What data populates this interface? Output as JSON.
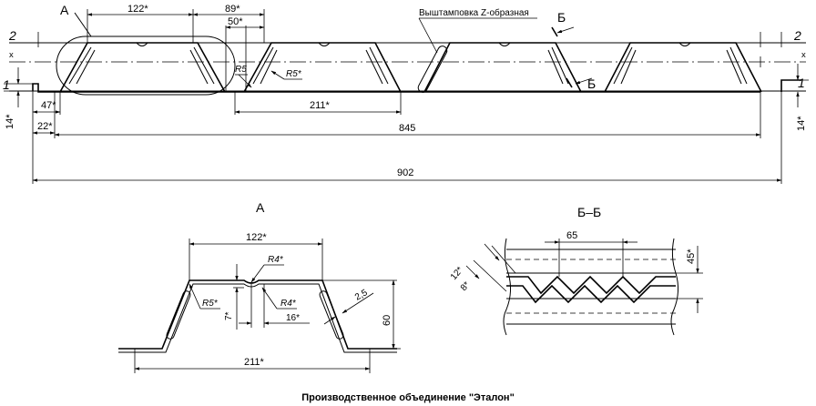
{
  "plan_view": {
    "label_a": "А",
    "label_2": "2",
    "label_1": "1",
    "label_x": "x",
    "dims": {
      "d122": "122*",
      "d89": "89*",
      "d50": "50*",
      "d211": "211*",
      "d47": "47*",
      "d22": "22*",
      "d14": "14*",
      "d845": "845",
      "d902": "902"
    },
    "radius_r5": "R5",
    "radius_r5s": "R5*",
    "stamping_note": "Выштамповка Z-образная",
    "section_mark": "Б"
  },
  "detail_a": {
    "title": "А",
    "dims": {
      "d122": "122*",
      "r4_top": "R4*",
      "r4_bottom": "R4*",
      "r5": "R5*",
      "d7": "7*",
      "d16": "16*",
      "d2_5": "2,5",
      "d60": "60",
      "d211": "211*"
    }
  },
  "section_bb": {
    "title": "Б–Б",
    "dims": {
      "d65": "65",
      "d45": "45*",
      "d12": "12*",
      "d8": "8*"
    }
  },
  "footer": {
    "company": "Производственное объединение \"Эталон\""
  }
}
